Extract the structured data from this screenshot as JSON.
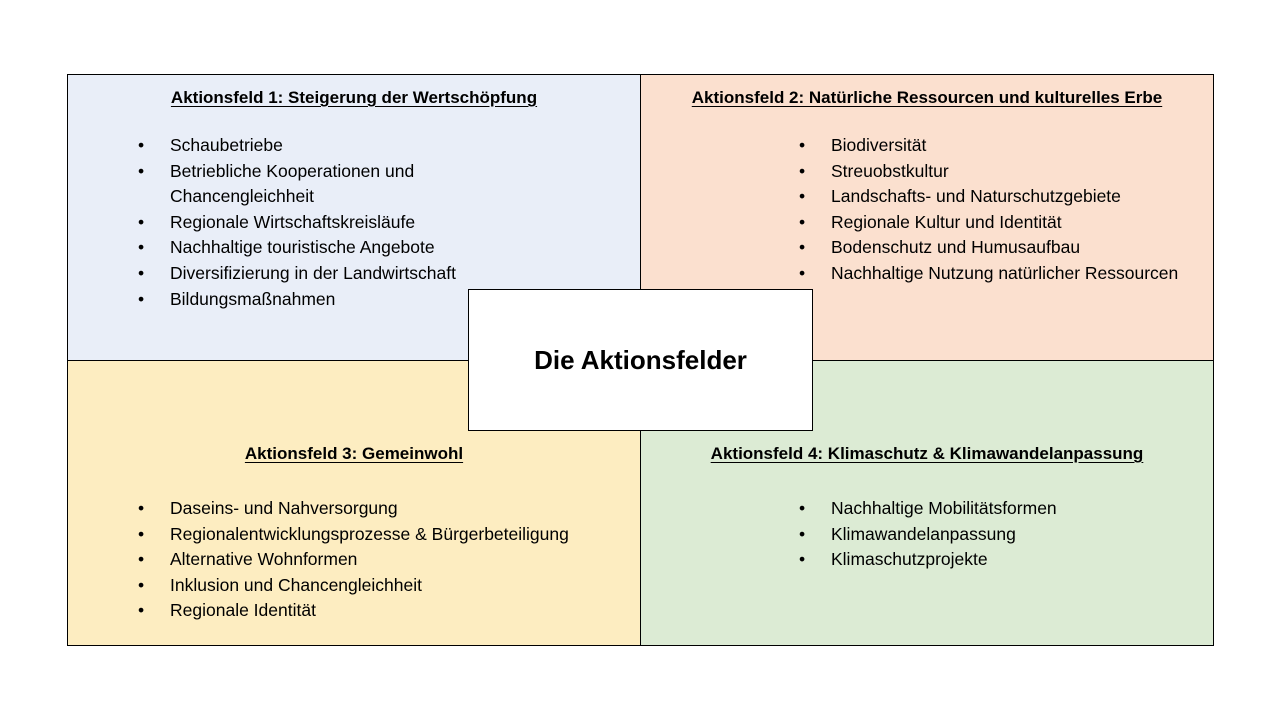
{
  "center_title": "Die Aktionsfelder",
  "fields": [
    {
      "heading": "Aktionsfeld 1: Steigerung der Wertschöpfung",
      "color": "#e9eef8",
      "items": [
        "Schaubetriebe",
        "Betriebliche Kooperationen und Chancengleichheit",
        "Regionale Wirtschaftskreisläufe",
        "Nachhaltige touristische Angebote",
        "Diversifizierung in der Landwirtschaft",
        "Bildungsmaßnahmen"
      ]
    },
    {
      "heading": "Aktionsfeld 2: Natürliche Ressourcen und kulturelles Erbe",
      "color": "#fbe0cf",
      "items": [
        "Biodiversität",
        "Streuobstkultur",
        "Landschafts- und Naturschutzgebiete",
        "Regionale Kultur und Identität",
        "Bodenschutz und Humusaufbau",
        "Nachhaltige Nutzung natürlicher Ressourcen"
      ]
    },
    {
      "heading": "Aktionsfeld 3: Gemeinwohl",
      "color": "#fdedc1",
      "items": [
        "Daseins- und Nahversorgung",
        "Regionalentwicklungsprozesse & Bürgerbeteiligung",
        "Alternative Wohnformen",
        "Inklusion und Chancengleichheit",
        "Regionale Identität"
      ]
    },
    {
      "heading": "Aktionsfeld 4: Klimaschutz & Klimawandelanpassung",
      "color": "#dcebd4",
      "items": [
        "Nachhaltige Mobilitätsformen",
        "Klimawandelanpassung",
        "Klimaschutzprojekte"
      ]
    }
  ]
}
